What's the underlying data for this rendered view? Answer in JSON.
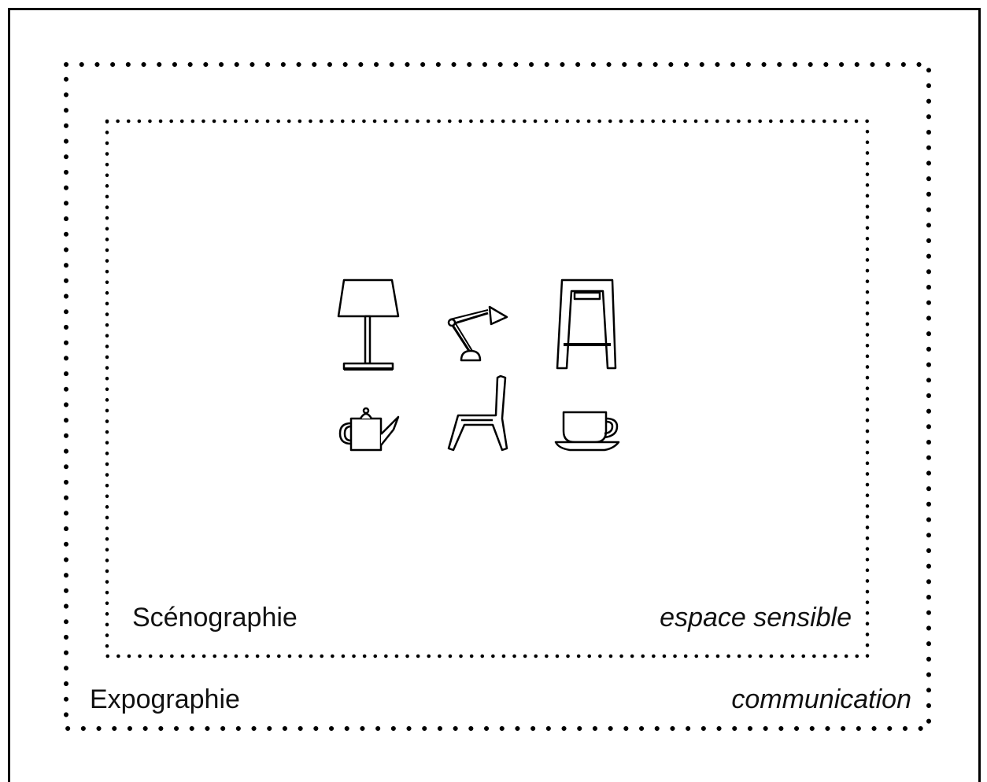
{
  "zones": {
    "outer": {
      "name": "Expographie",
      "descriptor": "communication"
    },
    "inner": {
      "name": "Scénographie",
      "descriptor": "espace sensible"
    }
  },
  "objects": [
    "table-lamp-icon",
    "desk-lamp-icon",
    "bar-stool-icon",
    "teapot-icon",
    "chair-icon",
    "cup-and-saucer-icon"
  ],
  "colors": {
    "stroke": "#000000",
    "background": "#ffffff"
  }
}
